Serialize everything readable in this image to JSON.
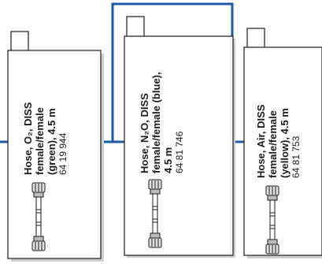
{
  "colors": {
    "pipe": "#1f5aa6",
    "outline": "#1a1a1a",
    "card_fill": "#ffffff",
    "shadow": "#d0d0d0"
  },
  "products": [
    {
      "name_lines": [
        "Hose, O₂, DISS",
        "female/female",
        "(green), 4.5 m"
      ],
      "code": "64 19 944",
      "icon": "hose-connector-icon"
    },
    {
      "name_lines": [
        "Hose, N₂O, DISS",
        "female/female (blue),",
        "4.5 m"
      ],
      "code": "64 81 746",
      "icon": "hose-connector-icon"
    },
    {
      "name_lines": [
        "Hose, Air, DISS",
        "female/female",
        "(yellow), 4.5 m"
      ],
      "code": "64 81 753",
      "icon": "hose-connector-icon"
    }
  ]
}
